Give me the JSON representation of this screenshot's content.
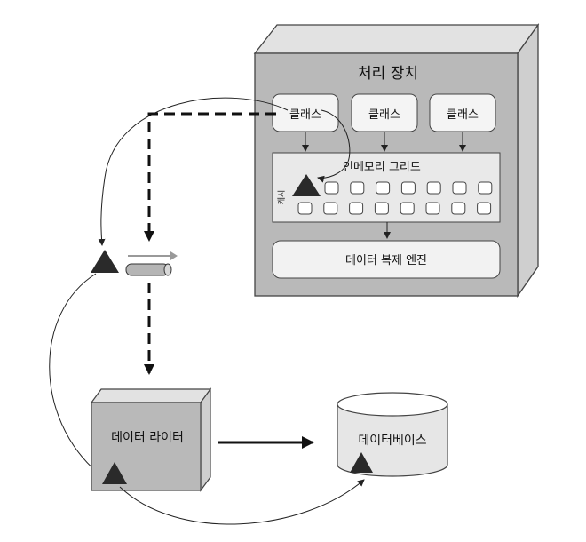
{
  "processing_unit": {
    "title": "처리 장치",
    "classes": [
      "클래스",
      "클래스",
      "클래스"
    ],
    "grid_title": "인메모리 그리드",
    "grid_side_label": "캐시",
    "replication_engine": "데이터 복제 엔진"
  },
  "data_writer": {
    "label": "데이터 라이터"
  },
  "database": {
    "label": "데이터베이스"
  },
  "colors": {
    "panel_gray": "#b9b9b9",
    "panel_top": "#e2e2e2",
    "panel_side": "#cfcfcf",
    "box_fill": "#f2f2f2",
    "triangle": "#2a2a2a"
  }
}
